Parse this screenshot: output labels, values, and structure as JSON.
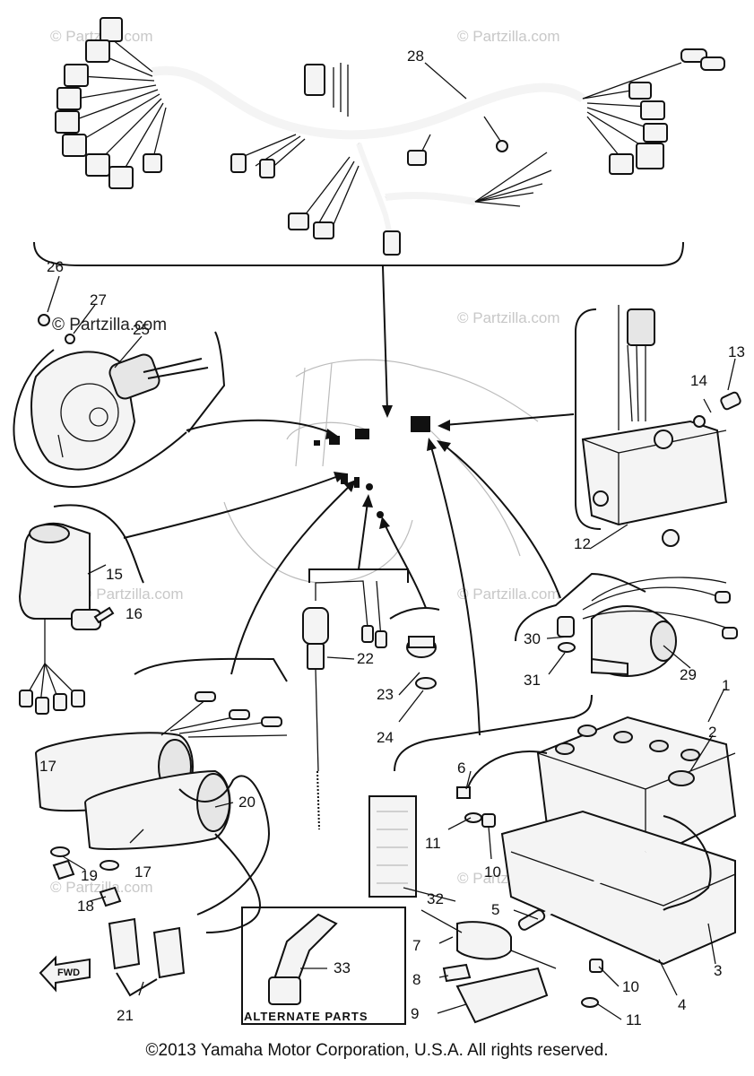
{
  "watermark": "© Partzilla.com",
  "alternate_parts_label": "ALTERNATE PARTS",
  "fwd_label": "FWD",
  "copyright": "©2013 Yamaha Motor Corporation, U.S.A. All rights reserved.",
  "callouts": {
    "c1": "1",
    "c2": "2",
    "c3": "3",
    "c4": "4",
    "c5": "5",
    "c6": "6",
    "c7": "7",
    "c8": "8",
    "c9": "9",
    "c10a": "10",
    "c10b": "10",
    "c11a": "11",
    "c11b": "11",
    "c12": "12",
    "c13": "13",
    "c14": "14",
    "c15": "15",
    "c16": "16",
    "c17a": "17",
    "c17b": "17",
    "c18": "18",
    "c19": "19",
    "c20": "20",
    "c21": "21",
    "c22": "22",
    "c23": "23",
    "c24": "24",
    "c25": "25",
    "c26": "26",
    "c27": "27",
    "c28": "28",
    "c29": "29",
    "c30": "30",
    "c31": "31",
    "c32": "32",
    "c33": "33"
  }
}
